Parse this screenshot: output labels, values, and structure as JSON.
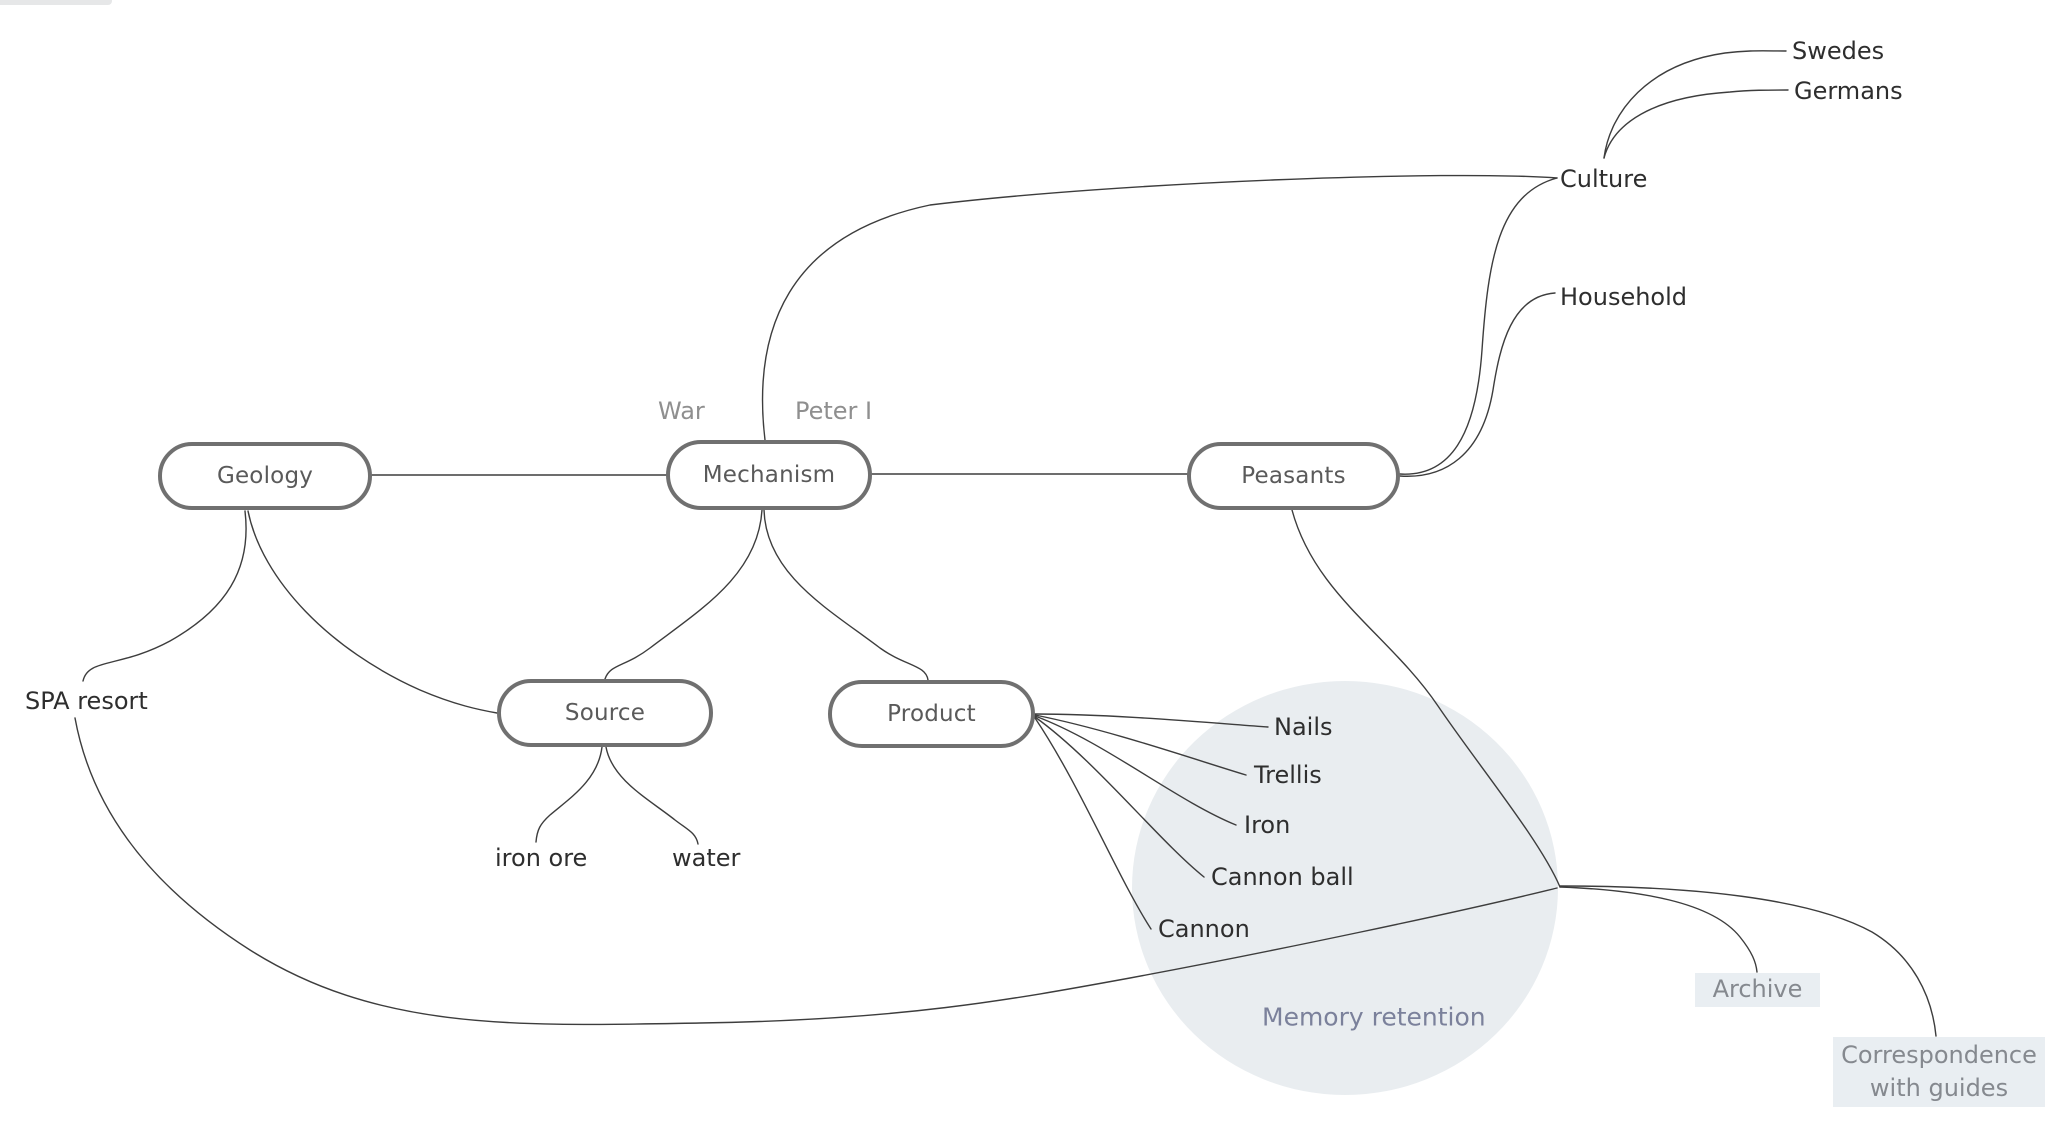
{
  "canvas": {
    "background": "#ffffff",
    "edge_color": "#3d3d3d",
    "node_border_color": "#707070",
    "node_text_color": "#5a5a5a",
    "leaf_text_color": "#2e2e2e",
    "ghost_text_color": "#8f8f8f",
    "region_fill": "#e9edf0",
    "region_text_color": "#7b819b",
    "chip_fill": "#e9eef2",
    "chip_text_color": "#85898f"
  },
  "nodes": {
    "geology": {
      "label": "Geology"
    },
    "mechanism": {
      "label": "Mechanism"
    },
    "peasants": {
      "label": "Peasants"
    },
    "source": {
      "label": "Source"
    },
    "product": {
      "label": "Product"
    }
  },
  "annotations": {
    "war": {
      "label": "War"
    },
    "peter": {
      "label": "Peter I"
    }
  },
  "leaves": {
    "swedes": {
      "label": "Swedes"
    },
    "germans": {
      "label": "Germans"
    },
    "culture": {
      "label": "Culture"
    },
    "household": {
      "label": "Household"
    },
    "spa_resort": {
      "label": "SPA resort"
    },
    "iron_ore": {
      "label": "iron ore"
    },
    "water": {
      "label": "water"
    },
    "nails": {
      "label": "Nails"
    },
    "trellis": {
      "label": "Trellis"
    },
    "iron": {
      "label": "Iron"
    },
    "cannon_ball": {
      "label": "Cannon ball"
    },
    "cannon": {
      "label": "Cannon"
    }
  },
  "region": {
    "memory_retention": {
      "label": "Memory retention"
    }
  },
  "chips": {
    "archive": {
      "label": "Archive"
    },
    "correspondence": {
      "line1": "Correspondence",
      "line2": "with guides"
    }
  }
}
